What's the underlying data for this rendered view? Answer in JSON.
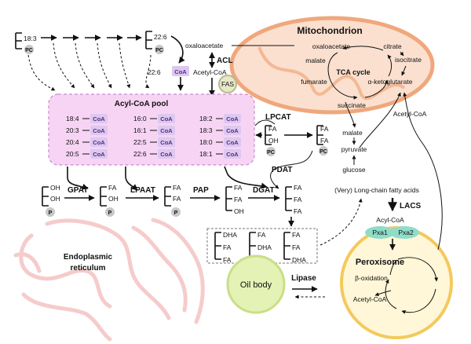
{
  "compartments": {
    "mitochondrion": "Mitochondrion",
    "er": "Endoplasmic reticulum",
    "er_line1": "Endoplasmic",
    "er_line2": "reticulum",
    "peroxisome": "Peroxisome",
    "oil_body": "Oil body",
    "acyl_coa_pool": "Acyl-CoA pool"
  },
  "enzymes": {
    "acl": "ACL",
    "fas": "FAS",
    "lpcat": "LPCAT",
    "pdat": "PDAT",
    "gpat": "GPAT",
    "lpaat": "LPAAT",
    "pap": "PAP",
    "dgat": "DGAT",
    "lacs": "LACS",
    "pxa1": "Pxa1",
    "pxa2": "Pxa2",
    "lipase": "Lipase"
  },
  "metabolites": {
    "oxaloacetate_cyt": "oxaloacetate",
    "oxaloacetate_mit": "oxaloacetate",
    "acetyl_coa_cyt": "Acetyl-CoA",
    "acetyl_coa_mit": "Acetyl-CoA",
    "acetyl_coa_perox": "Acetyl-CoA",
    "citrate": "citrate",
    "isocitrate": "isocitrate",
    "alpha_kg": "α-ketoglutarate",
    "succinate": "succinate",
    "fumarate": "fumarate",
    "malate_mit": "malate",
    "malate_cyt": "malate",
    "pyruvate": "pyruvate",
    "glucose": "glucose",
    "tca": "TCA cycle",
    "beta_ox": "β-oxidation",
    "vlcfa": "(Very) Long-chain fatty acids",
    "acyl_coa": "Acyl-CoA",
    "fa_18_3": "18:3",
    "fa_22_6": "22:6",
    "pc": "PC",
    "p": "P",
    "coa": "CoA",
    "fa": "FA",
    "oh": "OH",
    "dha": "DHA"
  },
  "pool": {
    "col1": [
      "18:4",
      "20:3",
      "20:4",
      "20:5"
    ],
    "col2": [
      "16:0",
      "16:1",
      "22:5",
      "22:6"
    ],
    "col3": [
      "18:2",
      "18:3",
      "18:0",
      "18:1"
    ]
  },
  "colors": {
    "mito_fill": "#fbe0cf",
    "mito_stroke": "#f0a77c",
    "pool_fill": "#f7d4f4",
    "pool_stroke": "#c98ad0",
    "coa_fill": "#dcc8f0",
    "er_stroke": "#f5c3c3",
    "oil_fill": "#e4f2b6",
    "oil_stroke": "#c9df86",
    "perox_fill": "#fff7d8",
    "perox_stroke": "#f4c95c",
    "pxa_fill": "#8fdcc8",
    "fas_fill": "#e8e8c8"
  }
}
